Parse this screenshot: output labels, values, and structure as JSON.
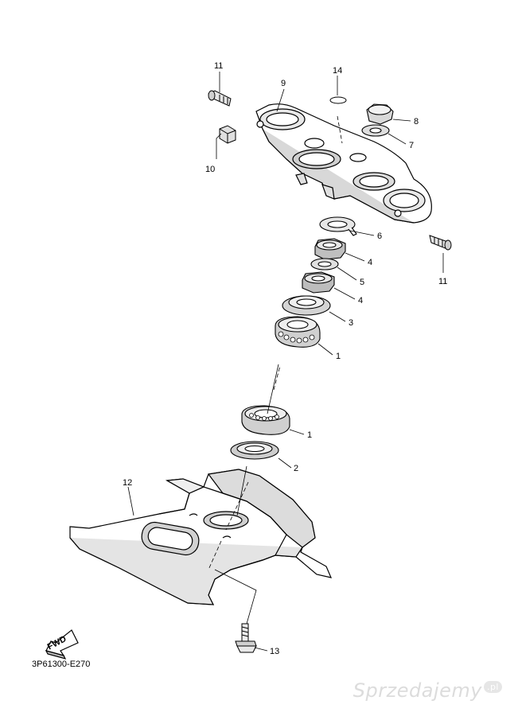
{
  "diagram_code": "3P61300-E270",
  "fwd_label": "FWD",
  "watermark": {
    "text": "Sprzedajemy",
    "suffix": ".pl"
  },
  "callouts": [
    {
      "id": "c11a",
      "label": "11"
    },
    {
      "id": "c9",
      "label": "9"
    },
    {
      "id": "c14",
      "label": "14"
    },
    {
      "id": "c8",
      "label": "8"
    },
    {
      "id": "c7",
      "label": "7"
    },
    {
      "id": "c10",
      "label": "10"
    },
    {
      "id": "c6",
      "label": "6"
    },
    {
      "id": "c11b",
      "label": "11"
    },
    {
      "id": "c4a",
      "label": "4"
    },
    {
      "id": "c5",
      "label": "5"
    },
    {
      "id": "c4b",
      "label": "4"
    },
    {
      "id": "c3",
      "label": "3"
    },
    {
      "id": "c1a",
      "label": "1"
    },
    {
      "id": "c1b",
      "label": "1"
    },
    {
      "id": "c2",
      "label": "2"
    },
    {
      "id": "c12",
      "label": "12"
    },
    {
      "id": "c13",
      "label": "13"
    }
  ]
}
